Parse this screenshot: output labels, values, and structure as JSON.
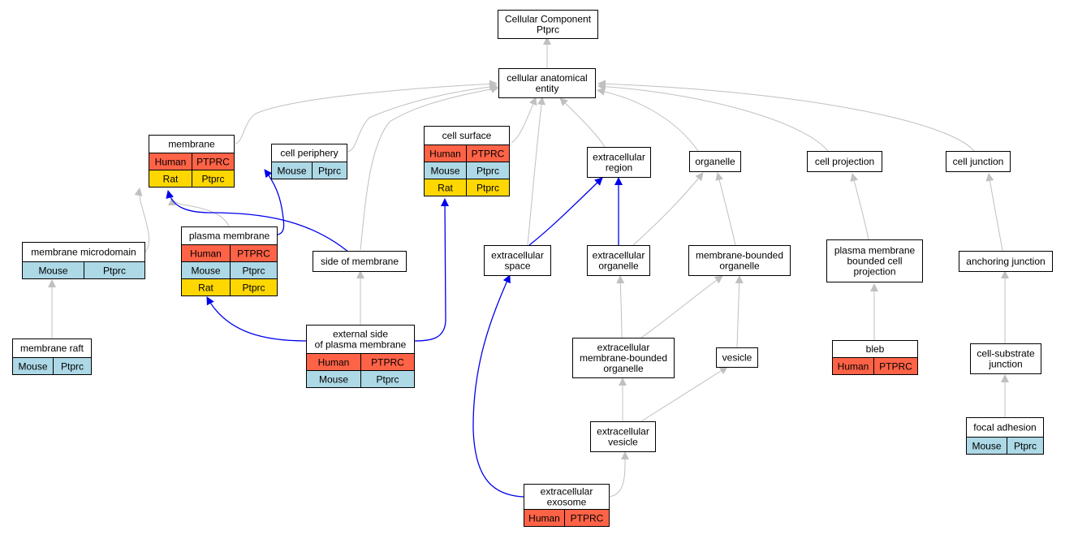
{
  "colors": {
    "Human": "#ff6347",
    "Mouse": "#add8e6",
    "Rat": "#ffd700",
    "gray_edge": "#c0c0c0",
    "blue_edge": "#0000ee",
    "node_fill": "#ffffff",
    "border": "#000000"
  },
  "nodes": {
    "cc": {
      "lines": [
        "Cellular Component",
        "Ptprc"
      ],
      "rows": []
    },
    "cae": {
      "lines": [
        "cellular anatomical",
        "entity"
      ],
      "rows": []
    },
    "membrane": {
      "lines": [
        "membrane"
      ],
      "rows": [
        [
          "Human",
          "PTPRC"
        ],
        [
          "Rat",
          "Ptprc"
        ]
      ]
    },
    "periphery": {
      "lines": [
        "cell periphery"
      ],
      "rows": [
        [
          "Mouse",
          "Ptprc"
        ]
      ]
    },
    "surface": {
      "lines": [
        "cell surface"
      ],
      "rows": [
        [
          "Human",
          "PTPRC"
        ],
        [
          "Mouse",
          "Ptprc"
        ],
        [
          "Rat",
          "Ptprc"
        ]
      ]
    },
    "ecregion": {
      "lines": [
        "extracellular",
        "region"
      ],
      "rows": []
    },
    "organelle": {
      "lines": [
        "organelle"
      ],
      "rows": []
    },
    "projection": {
      "lines": [
        "cell projection"
      ],
      "rows": []
    },
    "junction": {
      "lines": [
        "cell junction"
      ],
      "rows": []
    },
    "microdomain": {
      "lines": [
        "membrane microdomain"
      ],
      "rows": [
        [
          "Mouse",
          "Ptprc"
        ]
      ]
    },
    "pm": {
      "lines": [
        "plasma membrane"
      ],
      "rows": [
        [
          "Human",
          "PTPRC"
        ],
        [
          "Mouse",
          "Ptprc"
        ],
        [
          "Rat",
          "Ptprc"
        ]
      ]
    },
    "side": {
      "lines": [
        "side of membrane"
      ],
      "rows": []
    },
    "ecspace": {
      "lines": [
        "extracellular",
        "space"
      ],
      "rows": []
    },
    "ecorganelle": {
      "lines": [
        "extracellular",
        "organelle"
      ],
      "rows": []
    },
    "mbo": {
      "lines": [
        "membrane-bounded",
        "organelle"
      ],
      "rows": []
    },
    "pmbcp": {
      "lines": [
        "plasma membrane",
        "bounded cell",
        "projection"
      ],
      "rows": []
    },
    "anchoring": {
      "lines": [
        "anchoring junction"
      ],
      "rows": []
    },
    "raft": {
      "lines": [
        "membrane raft"
      ],
      "rows": [
        [
          "Mouse",
          "Ptprc"
        ]
      ]
    },
    "extside": {
      "lines": [
        "external side",
        "of plasma membrane"
      ],
      "rows": [
        [
          "Human",
          "PTPRC"
        ],
        [
          "Mouse",
          "Ptprc"
        ]
      ]
    },
    "ecmbo": {
      "lines": [
        "extracellular",
        "membrane-bounded",
        "organelle"
      ],
      "rows": []
    },
    "vesicle": {
      "lines": [
        "vesicle"
      ],
      "rows": []
    },
    "bleb": {
      "lines": [
        "bleb"
      ],
      "rows": [
        [
          "Human",
          "PTPRC"
        ]
      ]
    },
    "csj": {
      "lines": [
        "cell-substrate",
        "junction"
      ],
      "rows": []
    },
    "ecvesicle": {
      "lines": [
        "extracellular",
        "vesicle"
      ],
      "rows": []
    },
    "focal": {
      "lines": [
        "focal adhesion"
      ],
      "rows": [
        [
          "Mouse",
          "Ptprc"
        ]
      ]
    },
    "exosome": {
      "lines": [
        "extracellular",
        "exosome"
      ],
      "rows": [
        [
          "Human",
          "PTPRC"
        ]
      ]
    }
  }
}
